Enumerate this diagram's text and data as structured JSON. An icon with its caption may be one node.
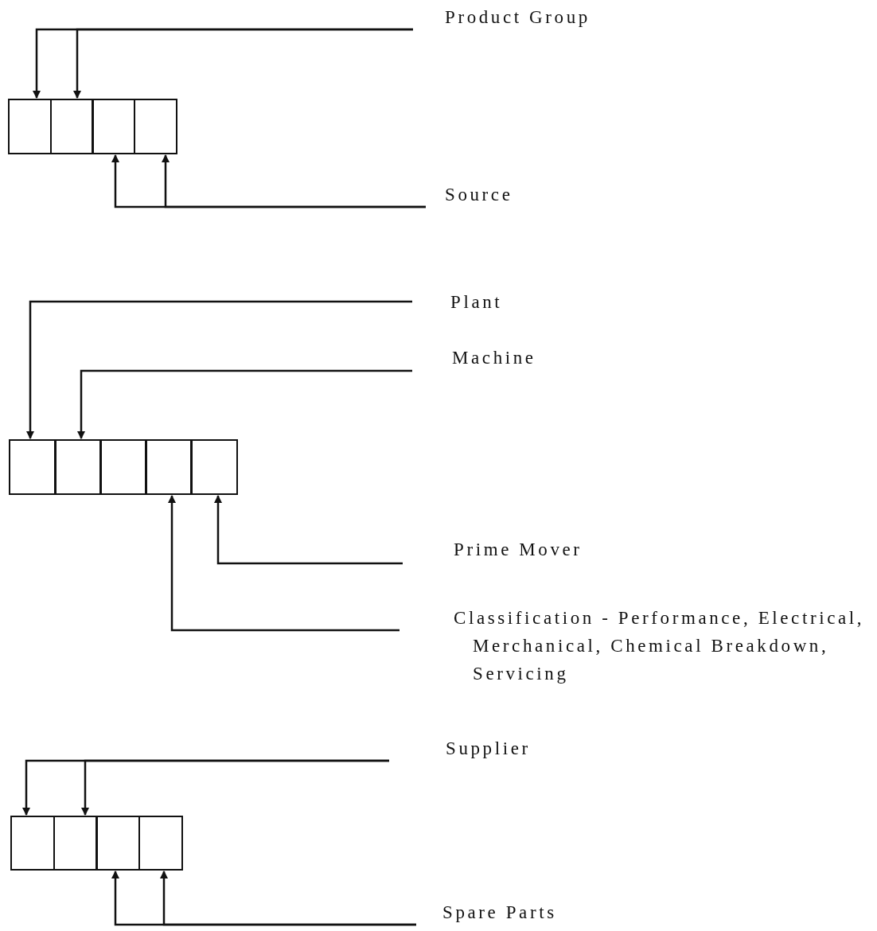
{
  "diagram": {
    "nodes": [
      {
        "text": [
          "Product Group"
        ]
      },
      {
        "text": [],
        "shape": "box"
      },
      {
        "text": [],
        "shape": "box"
      },
      {
        "text": [],
        "shape": "box"
      },
      {
        "text": [],
        "shape": "box"
      },
      {
        "text": [
          "Source"
        ]
      },
      {
        "text": [
          "Plant"
        ]
      },
      {
        "text": [
          "Machine"
        ]
      },
      {
        "text": [],
        "shape": "box"
      },
      {
        "text": [],
        "shape": "box"
      },
      {
        "text": [],
        "shape": "box"
      },
      {
        "text": [],
        "shape": "box"
      },
      {
        "text": [],
        "shape": "box"
      },
      {
        "text": [
          "Prime Mover"
        ]
      },
      {
        "text": [
          "Classification - Performance, Electrical, Merchanical, Chemical Breakdown, Servicing"
        ]
      },
      {
        "text": [
          "Supplier"
        ]
      },
      {
        "text": [],
        "shape": "box"
      },
      {
        "text": [],
        "shape": "box"
      },
      {
        "text": [],
        "shape": "box"
      },
      {
        "text": [],
        "shape": "box"
      },
      {
        "text": [
          "Spare Parts"
        ]
      }
    ],
    "edges": [
      {
        "from": 0,
        "to": 1,
        "arrow": "to"
      },
      {
        "from": 0,
        "to": 2,
        "arrow": "to"
      },
      {
        "from": 5,
        "to": 3,
        "arrow": "to"
      },
      {
        "from": 5,
        "to": 4,
        "arrow": "to"
      },
      {
        "from": 6,
        "to": 8,
        "arrow": "to"
      },
      {
        "from": 7,
        "to": 9,
        "arrow": "to"
      },
      {
        "from": 13,
        "to": 12,
        "arrow": "to"
      },
      {
        "from": 14,
        "to": 11,
        "arrow": "to"
      },
      {
        "from": 15,
        "to": 16,
        "arrow": "to"
      },
      {
        "from": 15,
        "to": 17,
        "arrow": "to"
      },
      {
        "from": 20,
        "to": 18,
        "arrow": "to"
      },
      {
        "from": 20,
        "to": 19,
        "arrow": "to"
      }
    ]
  }
}
